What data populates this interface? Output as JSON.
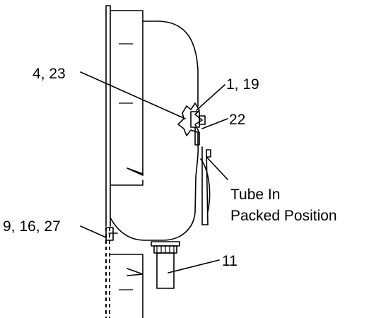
{
  "callouts": {
    "c1": "4, 23",
    "c2": "1, 19",
    "c3": "22",
    "c4_line1": "Tube In",
    "c4_line2": "Packed Position",
    "c5": "9, 16, 27",
    "c6": "11"
  }
}
